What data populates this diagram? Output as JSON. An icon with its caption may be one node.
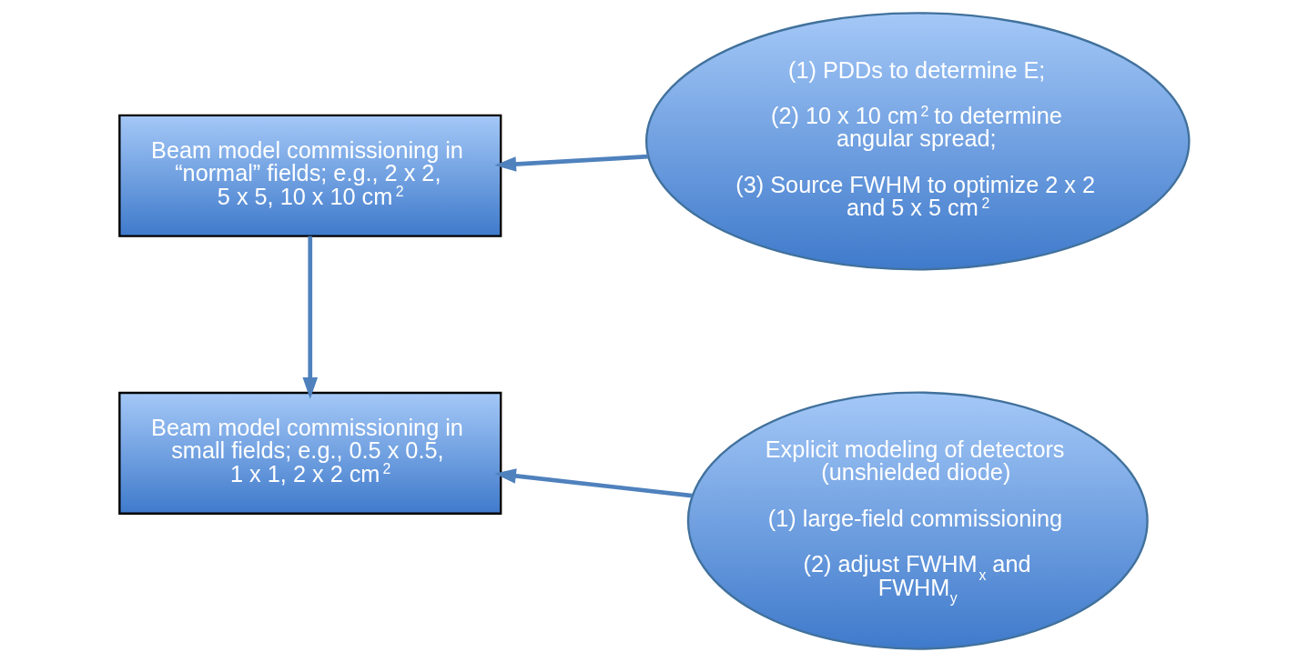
{
  "diagram": {
    "nodes": [
      {
        "text": [
          "Beam model commissioning in “normal” fields; e.g., 2 x 2, 5 x 5, 10 x 10 cm$^{2}$"
        ]
      },
      {
        "text": [
          "(1) PDDs to determine E;",
          "(2) 10 x 10 cm$^{2}$ to determine angular spread;",
          "(3) Source FWHM to optimize 2 x 2 and 5 x 5 cm$^{2}$"
        ]
      },
      {
        "text": [
          "Beam model commissioning in small fields; e.g., 0.5 x 0.5, 1 x 1, 2 x 2 cm$^{2}$"
        ]
      },
      {
        "text": [
          "Explicit modeling of detectors (unshielded diode)",
          "(1) large-field commissioning",
          "(2) adjust FWHM$_{x}$ and FWHM$_{y}$"
        ]
      }
    ],
    "edges": [
      {
        "from": 1,
        "to": 0,
        "arrow": "to"
      },
      {
        "from": 0,
        "to": 2,
        "arrow": "to"
      },
      {
        "from": 3,
        "to": 2,
        "arrow": "to"
      }
    ]
  }
}
